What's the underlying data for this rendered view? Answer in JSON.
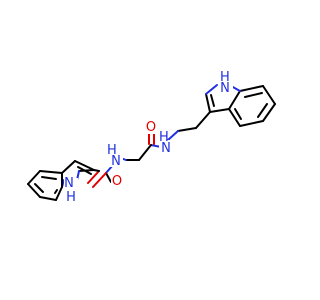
{
  "colors": {
    "background": "#ffffff",
    "bond": "#000000",
    "nitrogen": "#2030e0",
    "oxygen": "#e00000"
  },
  "atom_labels": {
    "indole_top_nh": "H\nN",
    "amide_o_upper": "O",
    "amide_nh_upper": "H\nN",
    "amide_nh_lower": "H\nN",
    "amide_o_lower": "O",
    "indole_bottom_nh": "N\nH"
  }
}
